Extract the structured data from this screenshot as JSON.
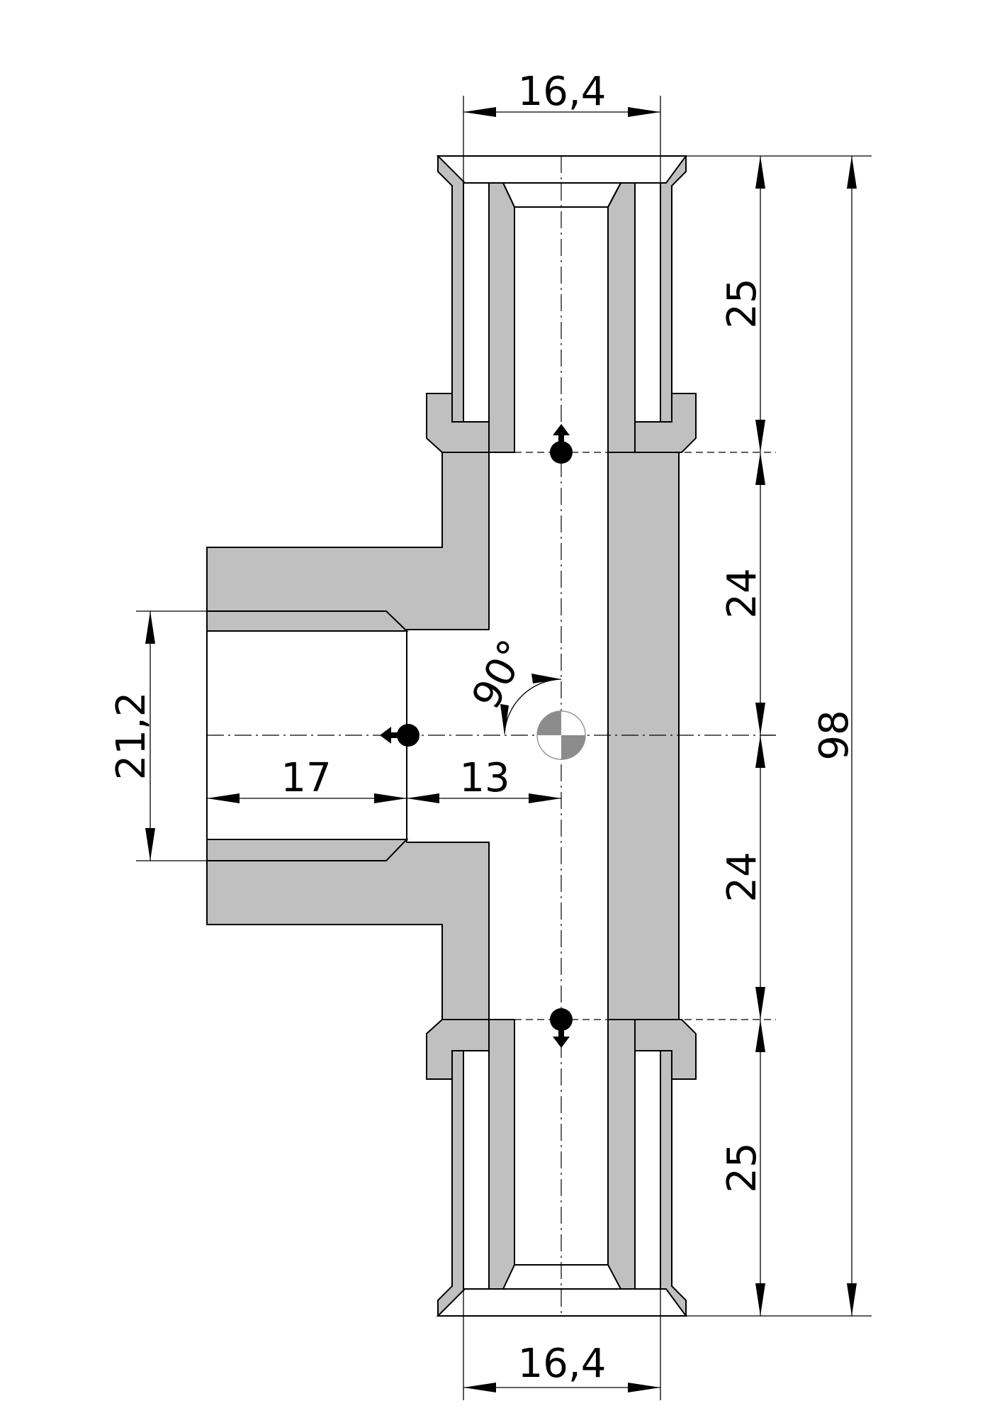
{
  "dimensions": {
    "top_width": "16,4",
    "bottom_width": "16,4",
    "top_socket": "25",
    "upper_mid": "24",
    "lower_mid": "24",
    "bottom_socket": "25",
    "overall_length": "98",
    "branch_bore": "21,2",
    "branch_depth": "17",
    "branch_offset": "13",
    "angle": "90°"
  },
  "colors": {
    "section_fill": "#c0c0c0",
    "line": "#000000",
    "background": "#ffffff"
  }
}
